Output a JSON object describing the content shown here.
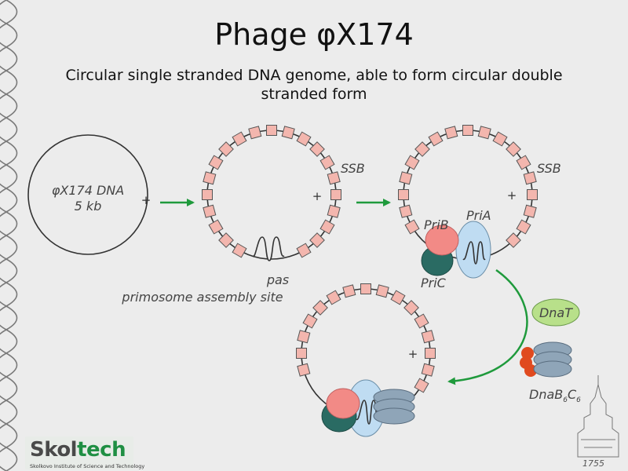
{
  "slide": {
    "title": "Phage φX174",
    "subtitle": "Circular single stranded DNA genome, able to form circular double stranded form"
  },
  "diagram": {
    "genome_label_line1": "φX174 DNA",
    "genome_label_line2": "5 kb",
    "plus_sign": "+",
    "ssb_label": "SSB",
    "pas_label": "pas",
    "primosome_label": "primosome assembly site",
    "prib_label": "PriB",
    "pria_label": "PriA",
    "pric_label": "PriC",
    "dnat_label": "DnaT",
    "dnab_label": "DnaB",
    "dnab_sub1": "6",
    "dnac_label": "C",
    "dnab_sub2": "6",
    "colors": {
      "ssb_fill": "#f3b6ae",
      "arrow_green": "#1f9a3c",
      "prib": "#f28a86",
      "pric": "#2a6b63",
      "pria": "#bfdcf2",
      "dnab": "#8fa5b8",
      "dnac": "#e04a1f",
      "dnat": "#b8e08a"
    }
  },
  "logo": {
    "name_part1": "Skol",
    "name_part2": "tech",
    "tagline": "Skolkovo Institute of Science and Technology"
  },
  "seal": {
    "year": "1755"
  }
}
